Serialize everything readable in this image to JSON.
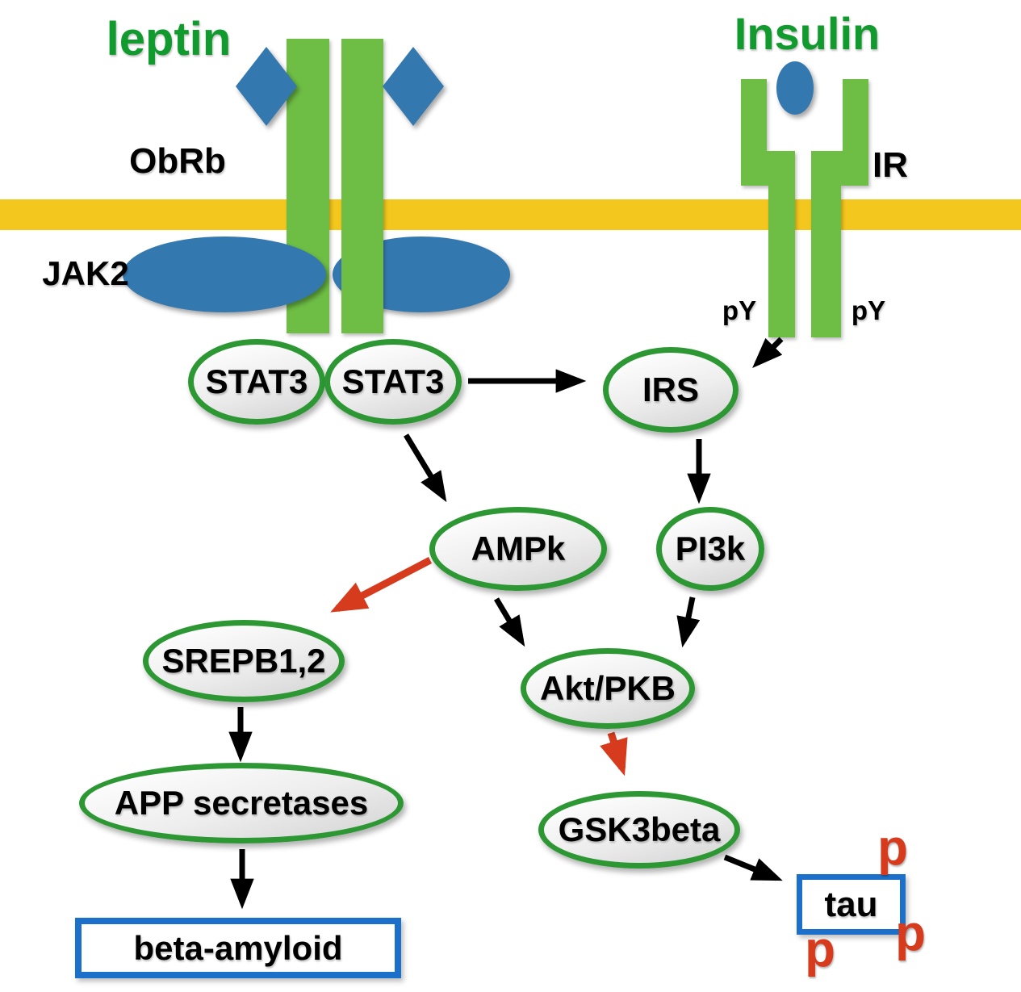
{
  "title": "Leptin and insulin signaling pathway to beta-amyloid and tau",
  "labels": {
    "leptin": "leptin",
    "insulin": "Insulin",
    "obrb": "ObRb",
    "ir": "IR",
    "jak2": "JAK2",
    "py_left": "pY",
    "py_right": "pY"
  },
  "nodes": {
    "stat3_left": "STAT3",
    "stat3_right": "STAT3",
    "irs": "IRS",
    "ampk": "AMPk",
    "pi3k": "PI3k",
    "akt_pkb": "Akt/PKB",
    "srepb": "SREPB1,2",
    "app_secretases": "APP secretases",
    "gsk3beta": "GSK3beta"
  },
  "outputs": {
    "beta_amyloid": "beta-amyloid",
    "tau": "tau",
    "phospho_top": "p",
    "phospho_right": "p",
    "phospho_bottom": "p"
  },
  "edges": [
    {
      "from": "STAT3",
      "to": "IRS",
      "color": "black"
    },
    {
      "from": "IR",
      "to": "IRS",
      "color": "black"
    },
    {
      "from": "STAT3",
      "to": "AMPk",
      "color": "black"
    },
    {
      "from": "IRS",
      "to": "PI3k",
      "color": "black"
    },
    {
      "from": "AMPk",
      "to": "SREPB1,2",
      "color": "red"
    },
    {
      "from": "AMPk",
      "to": "Akt/PKB",
      "color": "black"
    },
    {
      "from": "PI3k",
      "to": "Akt/PKB",
      "color": "black"
    },
    {
      "from": "SREPB1,2",
      "to": "APP secretases",
      "color": "black"
    },
    {
      "from": "APP secretases",
      "to": "beta-amyloid",
      "color": "black"
    },
    {
      "from": "Akt/PKB",
      "to": "GSK3beta",
      "color": "red"
    },
    {
      "from": "GSK3beta",
      "to": "tau",
      "color": "black"
    }
  ],
  "colors": {
    "receptor_green": "#6EBE45",
    "node_border_green": "#2D9734",
    "membrane_yellow": "#F3C71D",
    "ligand_blue": "#3478B0",
    "box_border_blue": "#1D70C9",
    "arrow_red": "#D73B1D",
    "arrow_black": "#000000",
    "label_green": "#119A2D",
    "node_fill_gray": "#ededed"
  }
}
